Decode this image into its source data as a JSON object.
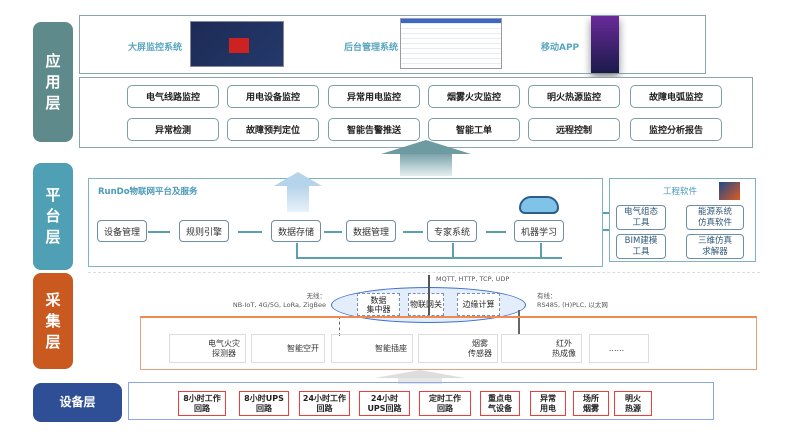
{
  "layers": {
    "app": "应\n用\n层",
    "platform": "平\n台\n层",
    "collect": "采\n集\n层",
    "device": "设备层"
  },
  "app_systems": [
    "大屏监控系统",
    "后台管理系统",
    "移动APP"
  ],
  "app_functions": [
    [
      "电气线路监控",
      "用电设备监控",
      "异常用电监控",
      "烟雾火灾监控",
      "明火热源监控",
      "故障电弧监控"
    ],
    [
      "异常检测",
      "故障预判定位",
      "智能告警推送",
      "智能工单",
      "远程控制",
      "监控分析报告"
    ]
  ],
  "platform": {
    "title": "RunDo物联网平台及服务",
    "flow": [
      "设备管理",
      "规则引擎",
      "数据存储",
      "数据管理",
      "专家系统",
      "机器学习"
    ]
  },
  "engineering": {
    "title": "工程软件",
    "tools": [
      "电气组态\n工具",
      "能源系统\n仿真软件",
      "BIM建模\n工具",
      "三维仿真\n求解器"
    ]
  },
  "gateway": {
    "protocols": "MQTT, HTTP, TCP, UDP",
    "wireless": "无线：\nNB-IoT, 4G/5G, LoRa, ZigBee",
    "wired": "有线：\nRS485, (H)PLC, 以太网",
    "items": [
      "数据\n集中器",
      "物联网关",
      "边缘计算"
    ]
  },
  "devices": [
    "电气火灾\n探测器",
    "智能空开",
    "智能插座",
    "烟雾\n传感器",
    "红外\n热成像",
    "......"
  ],
  "circuits": [
    "8小时工作\n回路",
    "8小时UPS\n回路",
    "24小时工作\n回路",
    "24小时\nUPS回路",
    "定时工作\n回路",
    "重点电\n气设备",
    "异常\n用电",
    "场所\n烟雾",
    "明火\n热源"
  ],
  "colors": {
    "app": "#5f8a8b",
    "platform": "#4fa0b4",
    "collect": "#c9591f",
    "device": "#2e4f96"
  }
}
